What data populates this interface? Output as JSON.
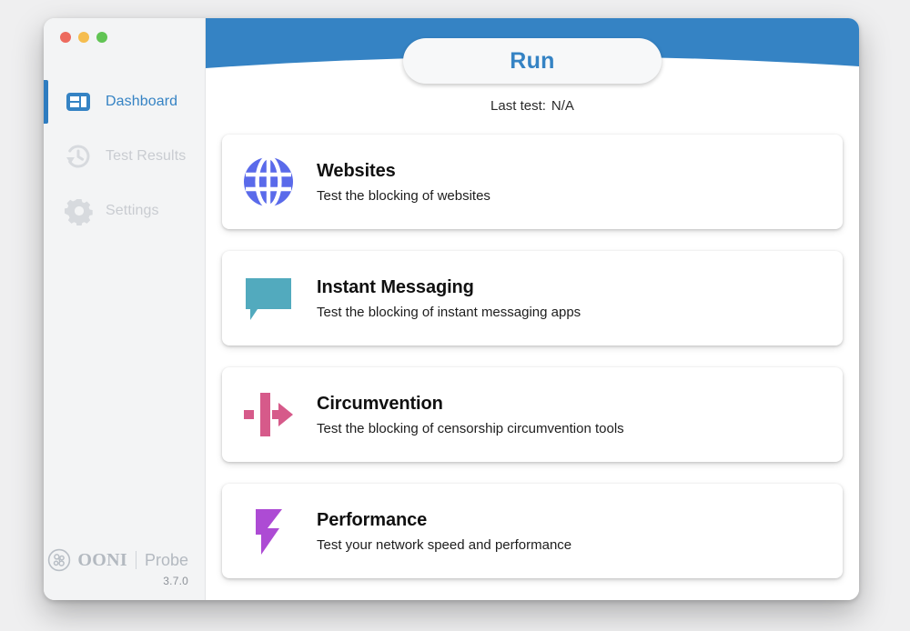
{
  "window": {
    "traffic_lights": [
      {
        "name": "close",
        "color": "#ed6a5e"
      },
      {
        "name": "minimize",
        "color": "#f5bd4f"
      },
      {
        "name": "zoom",
        "color": "#61c454"
      }
    ]
  },
  "sidebar": {
    "items": [
      {
        "label": "Dashboard",
        "icon": "dashboard-icon",
        "active": true
      },
      {
        "label": "Test Results",
        "icon": "history-clock-icon",
        "active": false
      },
      {
        "label": "Settings",
        "icon": "gear-icon",
        "active": false
      }
    ],
    "brand": {
      "mark": "ooni-logo-icon",
      "name": "OONI",
      "product": "Probe",
      "version": "3.7.0"
    }
  },
  "header": {
    "background_color": "#3583c4",
    "run_label": "Run",
    "last_test_label": "Last test:",
    "last_test_value": "N/A"
  },
  "cards": [
    {
      "icon": "globe-icon",
      "color": "#5a6aea",
      "title": "Websites",
      "subtitle": "Test the blocking of websites"
    },
    {
      "icon": "speech-bubble-icon",
      "color": "#52aabe",
      "title": "Instant Messaging",
      "subtitle": "Test the blocking of instant messaging apps"
    },
    {
      "icon": "arrow-through-wall-icon",
      "color": "#d65a8a",
      "title": "Circumvention",
      "subtitle": "Test the blocking of censorship circumvention tools"
    },
    {
      "icon": "lightning-bolt-icon",
      "color": "#ad4bd4",
      "title": "Performance",
      "subtitle": "Test your network speed and performance"
    }
  ]
}
